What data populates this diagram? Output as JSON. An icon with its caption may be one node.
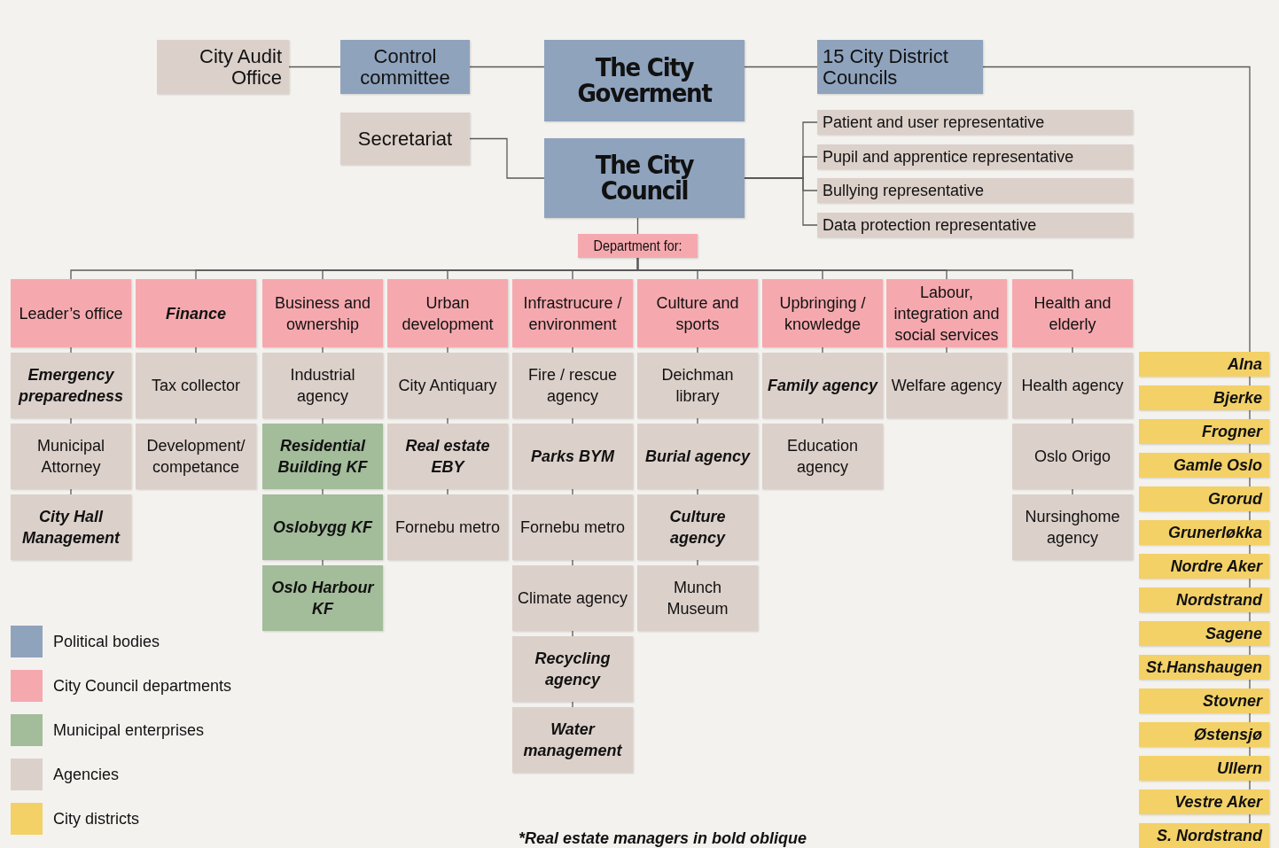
{
  "diagram": {
    "nodes": [
      {
        "text": [
          "City Audit Office"
        ]
      },
      {
        "text": [
          "Control committee"
        ]
      },
      {
        "text": [
          "The City Goverment"
        ]
      },
      {
        "text": [
          "15 City District Councils"
        ]
      },
      {
        "text": [
          "Secretariat"
        ]
      },
      {
        "text": [
          "The City Council"
        ]
      },
      {
        "text": [
          "Patient and user representative"
        ]
      },
      {
        "text": [
          "Pupil and apprentice representative"
        ]
      },
      {
        "text": [
          "Bullying representative"
        ]
      },
      {
        "text": [
          "Data protection representative"
        ]
      },
      {
        "text": [
          "Department for:"
        ]
      },
      {
        "text": [
          "Leader’s office"
        ]
      },
      {
        "text": [
          "Finance"
        ]
      },
      {
        "text": [
          "Business and ownership"
        ]
      },
      {
        "text": [
          "Urban development"
        ]
      },
      {
        "text": [
          "Infrastrucure / environment"
        ]
      },
      {
        "text": [
          "Culture and sports"
        ]
      },
      {
        "text": [
          "Upbringing / knowledge"
        ]
      },
      {
        "text": [
          "Labour, integration and social services"
        ]
      },
      {
        "text": [
          "Health and elderly"
        ]
      },
      {
        "text": [
          "Emergency preparedness"
        ]
      },
      {
        "text": [
          "Municipal Attorney"
        ]
      },
      {
        "text": [
          "City Hall Management"
        ]
      },
      {
        "text": [
          "Tax collector"
        ]
      },
      {
        "text": [
          "Development/ competance"
        ]
      },
      {
        "text": [
          "Industrial agency"
        ]
      },
      {
        "text": [
          "Residential Building KF"
        ]
      },
      {
        "text": [
          "Oslobygg KF"
        ]
      },
      {
        "text": [
          "Oslo Harbour KF"
        ]
      },
      {
        "text": [
          "City Antiquary"
        ]
      },
      {
        "text": [
          "Real estate EBY"
        ]
      },
      {
        "text": [
          "Fornebu metro"
        ]
      },
      {
        "text": [
          "Fire / rescue agency"
        ]
      },
      {
        "text": [
          "Parks BYM"
        ]
      },
      {
        "text": [
          "Fornebu metro"
        ]
      },
      {
        "text": [
          "Climate agency"
        ]
      },
      {
        "text": [
          "Recycling agency"
        ]
      },
      {
        "text": [
          "Water management"
        ]
      },
      {
        "text": [
          "Deichman library"
        ]
      },
      {
        "text": [
          "Burial agency"
        ]
      },
      {
        "text": [
          "Culture agency"
        ]
      },
      {
        "text": [
          "Munch Museum"
        ]
      },
      {
        "text": [
          "Family agency"
        ]
      },
      {
        "text": [
          "Education agency"
        ]
      },
      {
        "text": [
          "Welfare agency"
        ]
      },
      {
        "text": [
          "Health agency"
        ]
      },
      {
        "text": [
          "Oslo Origo"
        ]
      },
      {
        "text": [
          "Nursinghome agency"
        ]
      },
      {
        "text": [
          "Alna"
        ]
      },
      {
        "text": [
          "Bjerke"
        ]
      },
      {
        "text": [
          "Frogner"
        ]
      },
      {
        "text": [
          "Gamle Oslo"
        ]
      },
      {
        "text": [
          "Grorud"
        ]
      },
      {
        "text": [
          "Grunerløkka"
        ]
      },
      {
        "text": [
          "Nordre Aker"
        ]
      },
      {
        "text": [
          "Nordstrand"
        ]
      },
      {
        "text": [
          "Sagene"
        ]
      },
      {
        "text": [
          "St.Hanshaugen"
        ]
      },
      {
        "text": [
          "Stovner"
        ]
      },
      {
        "text": [
          "Østensjø"
        ]
      },
      {
        "text": [
          "Ullern"
        ]
      },
      {
        "text": [
          "Vestre Aker"
        ]
      },
      {
        "text": [
          "S. Nordstrand"
        ]
      }
    ],
    "edges": [
      {
        "from": 0,
        "to": 1,
        "arrow": "none"
      },
      {
        "from": 1,
        "to": 2,
        "arrow": "none"
      },
      {
        "from": 2,
        "to": 3,
        "arrow": "none"
      },
      {
        "from": 4,
        "to": 5,
        "arrow": "none"
      },
      {
        "from": 5,
        "to": 6,
        "arrow": "none"
      },
      {
        "from": 5,
        "to": 7,
        "arrow": "none"
      },
      {
        "from": 5,
        "to": 8,
        "arrow": "none"
      },
      {
        "from": 5,
        "to": 9,
        "arrow": "none"
      },
      {
        "from": 5,
        "to": 10,
        "arrow": "none"
      },
      {
        "from": 10,
        "to": 11,
        "arrow": "none"
      },
      {
        "from": 10,
        "to": 12,
        "arrow": "none"
      },
      {
        "from": 10,
        "to": 13,
        "arrow": "none"
      },
      {
        "from": 10,
        "to": 14,
        "arrow": "none"
      },
      {
        "from": 10,
        "to": 15,
        "arrow": "none"
      },
      {
        "from": 10,
        "to": 16,
        "arrow": "none"
      },
      {
        "from": 10,
        "to": 17,
        "arrow": "none"
      },
      {
        "from": 10,
        "to": 18,
        "arrow": "none"
      },
      {
        "from": 10,
        "to": 19,
        "arrow": "none"
      },
      {
        "from": 11,
        "to": 20,
        "arrow": "none"
      },
      {
        "from": 20,
        "to": 21,
        "arrow": "none"
      },
      {
        "from": 21,
        "to": 22,
        "arrow": "none"
      },
      {
        "from": 12,
        "to": 23,
        "arrow": "none"
      },
      {
        "from": 23,
        "to": 24,
        "arrow": "none"
      },
      {
        "from": 13,
        "to": 25,
        "arrow": "none"
      },
      {
        "from": 25,
        "to": 26,
        "arrow": "none"
      },
      {
        "from": 26,
        "to": 27,
        "arrow": "none"
      },
      {
        "from": 27,
        "to": 28,
        "arrow": "none"
      },
      {
        "from": 14,
        "to": 29,
        "arrow": "none"
      },
      {
        "from": 29,
        "to": 30,
        "arrow": "none"
      },
      {
        "from": 30,
        "to": 31,
        "arrow": "none"
      },
      {
        "from": 15,
        "to": 32,
        "arrow": "none"
      },
      {
        "from": 32,
        "to": 33,
        "arrow": "none"
      },
      {
        "from": 33,
        "to": 34,
        "arrow": "none"
      },
      {
        "from": 34,
        "to": 35,
        "arrow": "none"
      },
      {
        "from": 35,
        "to": 36,
        "arrow": "none"
      },
      {
        "from": 36,
        "to": 37,
        "arrow": "none"
      },
      {
        "from": 16,
        "to": 38,
        "arrow": "none"
      },
      {
        "from": 38,
        "to": 39,
        "arrow": "none"
      },
      {
        "from": 39,
        "to": 40,
        "arrow": "none"
      },
      {
        "from": 40,
        "to": 41,
        "arrow": "none"
      },
      {
        "from": 17,
        "to": 42,
        "arrow": "none"
      },
      {
        "from": 42,
        "to": 43,
        "arrow": "none"
      },
      {
        "from": 18,
        "to": 44,
        "arrow": "none"
      },
      {
        "from": 19,
        "to": 45,
        "arrow": "none"
      },
      {
        "from": 45,
        "to": 46,
        "arrow": "none"
      },
      {
        "from": 46,
        "to": 47,
        "arrow": "none"
      },
      {
        "from": 3,
        "to": 48,
        "arrow": "none"
      },
      {
        "from": 48,
        "to": 49,
        "arrow": "none"
      },
      {
        "from": 49,
        "to": 50,
        "arrow": "none"
      },
      {
        "from": 50,
        "to": 51,
        "arrow": "none"
      },
      {
        "from": 51,
        "to": 52,
        "arrow": "none"
      },
      {
        "from": 52,
        "to": 53,
        "arrow": "none"
      },
      {
        "from": 53,
        "to": 54,
        "arrow": "none"
      },
      {
        "from": 54,
        "to": 55,
        "arrow": "none"
      },
      {
        "from": 55,
        "to": 56,
        "arrow": "none"
      },
      {
        "from": 56,
        "to": 57,
        "arrow": "none"
      },
      {
        "from": 57,
        "to": 58,
        "arrow": "none"
      },
      {
        "from": 58,
        "to": 59,
        "arrow": "none"
      },
      {
        "from": 59,
        "to": 60,
        "arrow": "none"
      },
      {
        "from": 60,
        "to": 61,
        "arrow": "none"
      },
      {
        "from": 61,
        "to": 62,
        "arrow": "none"
      }
    ],
    "labels": [
      "*Real estate managers in bold oblique"
    ],
    "legend": [
      {
        "text": "Political bodies",
        "color": "#8fa3bd"
      },
      {
        "text": "City Council departments",
        "color": "#f5a9ae"
      },
      {
        "text": "Municipal enterprises",
        "color": "#a3bc9a"
      },
      {
        "text": "Agencies",
        "color": "#dcd0ca"
      },
      {
        "text": "City districts",
        "color": "#f3d167"
      }
    ]
  }
}
